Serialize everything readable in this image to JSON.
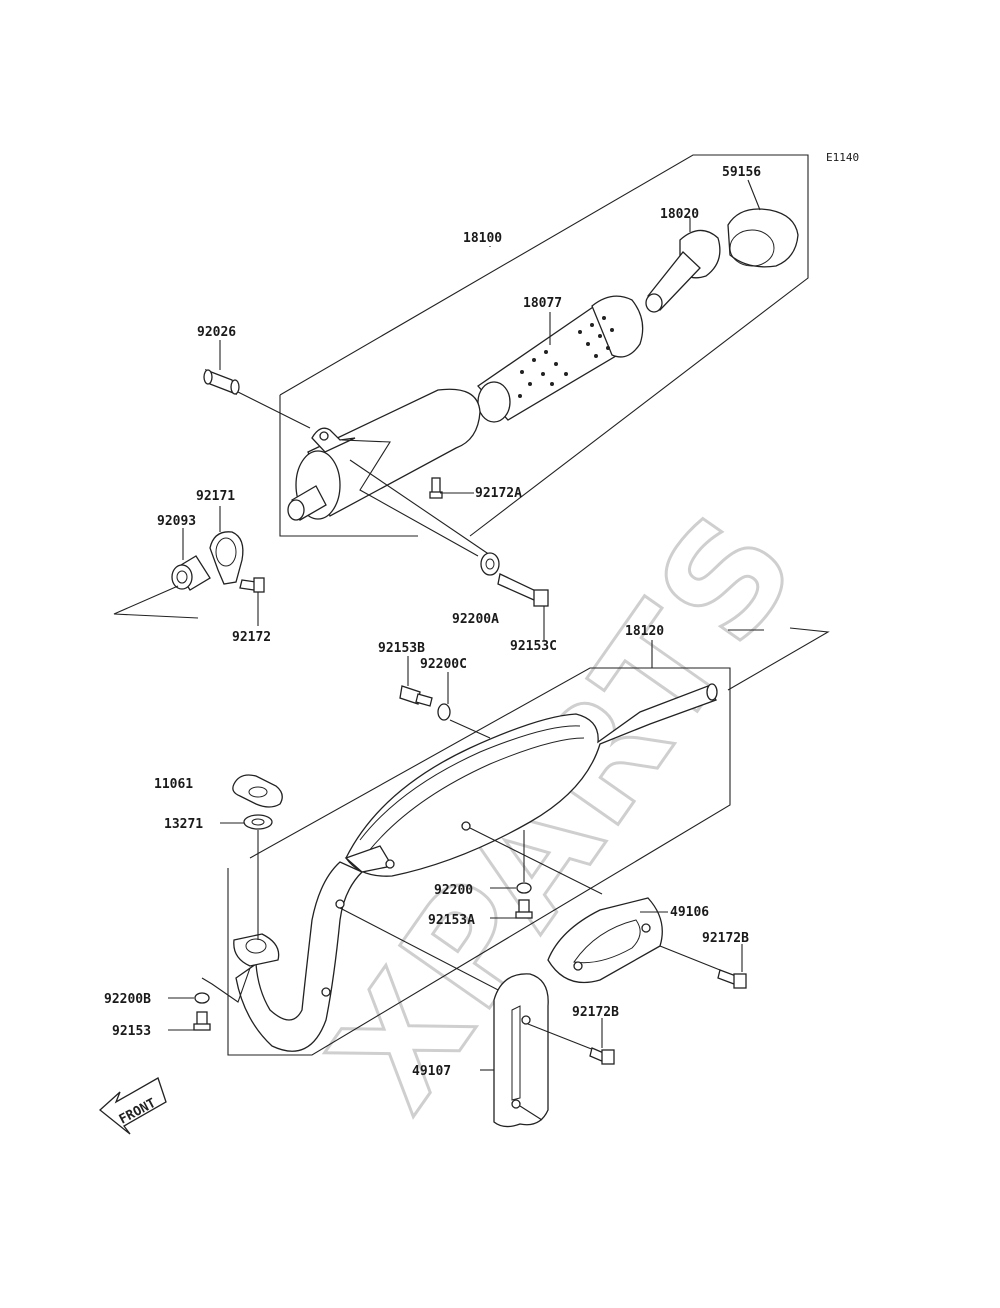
{
  "diagram_code": "E1140",
  "watermark": "XPARTS",
  "front_label": "FRONT",
  "labels": {
    "p59156": "59156",
    "p18020": "18020",
    "p18100": "18100",
    "p18077": "18077",
    "p92026": "92026",
    "p92172A": "92172A",
    "p92171": "92171",
    "p92093": "92093",
    "p92172": "92172",
    "p92200A": "92200A",
    "p92153C": "92153C",
    "p18120": "18120",
    "p92153B": "92153B",
    "p92200C": "92200C",
    "p11061": "11061",
    "p13271": "13271",
    "p92200": "92200",
    "p92153A": "92153A",
    "p49106": "49106",
    "p92172B_1": "92172B",
    "p92172B_2": "92172B",
    "p92200B": "92200B",
    "p92153": "92153",
    "p49107": "49107"
  }
}
